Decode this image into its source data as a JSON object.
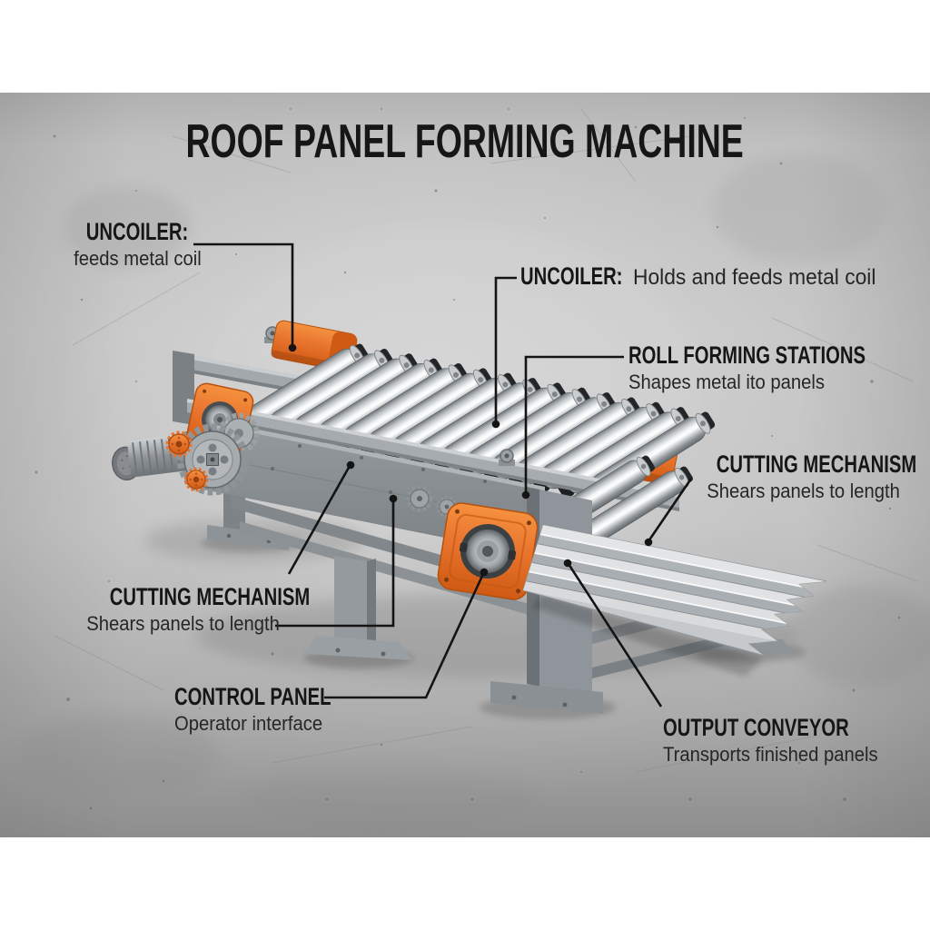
{
  "title": "ROOF PANEL FORMING MACHINE",
  "labels": {
    "uncoiler_left": {
      "heading": "UNCOILER:",
      "desc": "feeds metal coil"
    },
    "uncoiler_right": {
      "heading": "UNCOILER:",
      "desc": "Holds and feeds metal coil"
    },
    "roll_forming_stations": {
      "heading": "ROLL FORMING STATIONS",
      "desc": "Shapes metal ito panels"
    },
    "cutting_mechanism_right": {
      "heading": "CUTTING MECHANISM",
      "desc": "Shears panels to length"
    },
    "cutting_mechanism_left": {
      "heading": "CUTTING MECHANISM",
      "desc": "Shears panels to length"
    },
    "control_panel": {
      "heading": "CONTROL PANEL",
      "desc": "Operator interface"
    },
    "output_conveyor": {
      "heading": "OUTPUT CONVEYOR",
      "desc": "Transports finished panels"
    }
  },
  "colors": {
    "accent_orange": "#e8742e",
    "machine_gray": "#8f959a",
    "roller_chrome": "#e9ebec",
    "callout_line": "#141414",
    "background_concrete": "#c3c3c3"
  }
}
